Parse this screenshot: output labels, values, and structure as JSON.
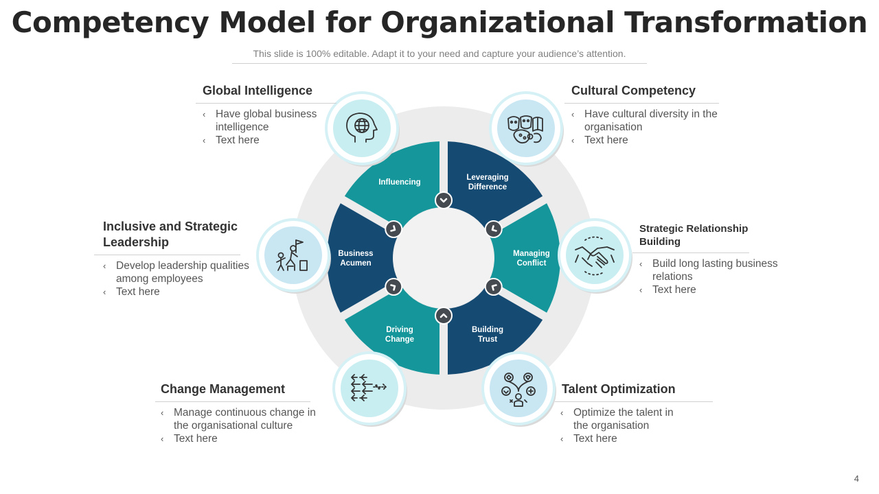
{
  "slide": {
    "title": "Competency Model for Organizational Transformation",
    "subtitle": "This slide is 100% editable. Adapt it to your need and capture your audience’s attention.",
    "page_number": "4"
  },
  "colors": {
    "teal": "#15969a",
    "navy": "#154a72",
    "connector": "#444a50",
    "bg_ring": "#ececec",
    "icon_fill": "#c9e6f3",
    "icon_fill_teal": "#c8eef1",
    "icon_outer": "#d5f1f6"
  },
  "wheel_segments": [
    {
      "label_lines": [
        "Influencing"
      ],
      "color": "teal"
    },
    {
      "label_lines": [
        "Leveraging",
        "Difference"
      ],
      "color": "navy"
    },
    {
      "label_lines": [
        "Managing",
        "Conflict"
      ],
      "color": "teal"
    },
    {
      "label_lines": [
        "Building",
        "Trust"
      ],
      "color": "navy"
    },
    {
      "label_lines": [
        "Driving",
        "Change"
      ],
      "color": "teal"
    },
    {
      "label_lines": [
        "Business",
        "Acumen"
      ],
      "color": "navy"
    }
  ],
  "competencies": [
    {
      "title": "Global Intelligence",
      "icon": "globe-head-icon",
      "bullets": [
        "Have global business intelligence",
        "Text here"
      ]
    },
    {
      "title": "Cultural Competency",
      "icon": "culture-masks-icon",
      "bullets": [
        "Have cultural diversity in the organisation",
        "Text here"
      ]
    },
    {
      "title": "Strategic Relationship Building",
      "icon": "handshake-icon",
      "bullets": [
        "Build long lasting business relations",
        "Text here"
      ]
    },
    {
      "title": "Talent Optimization",
      "icon": "talent-network-icon",
      "bullets": [
        "Optimize the talent in the organisation",
        "Text here"
      ]
    },
    {
      "title": "Change Management",
      "icon": "arrows-change-icon",
      "bullets": [
        "Manage continuous change in the organisational culture",
        "Text here"
      ]
    },
    {
      "title": "Inclusive and Strategic Leadership",
      "icon": "climbing-leader-icon",
      "bullets": [
        "Develop leadership qualities among employees",
        "Text here"
      ]
    }
  ]
}
